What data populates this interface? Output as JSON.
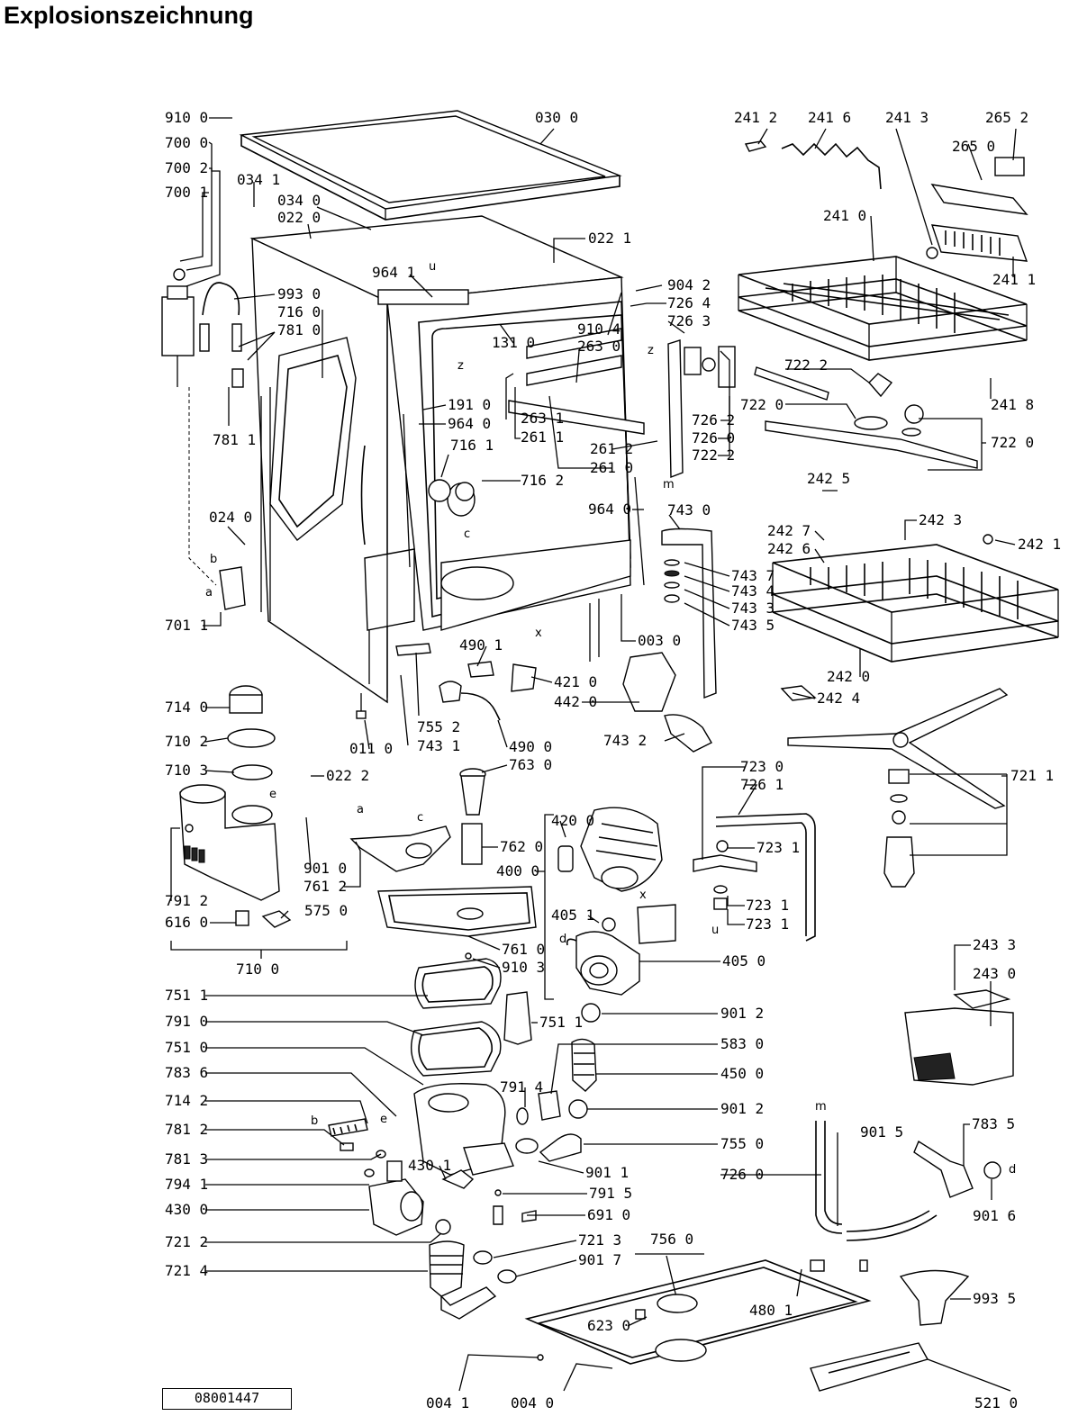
{
  "title": "Explosionszeichnung",
  "document_number": "08001447",
  "labels": [
    {
      "id": "910-0-top",
      "text": "910 0"
    },
    {
      "id": "700-0",
      "text": "700 0"
    },
    {
      "id": "700-2",
      "text": "700 2"
    },
    {
      "id": "700-1",
      "text": "700 1"
    },
    {
      "id": "034-1",
      "text": "034 1"
    },
    {
      "id": "034-0",
      "text": "034 0"
    },
    {
      "id": "022-0",
      "text": "022 0"
    },
    {
      "id": "030-0",
      "text": "030 0"
    },
    {
      "id": "022-1",
      "text": "022 1"
    },
    {
      "id": "964-1",
      "text": "964 1"
    },
    {
      "id": "993-0",
      "text": "993 0"
    },
    {
      "id": "716-0",
      "text": "716 0"
    },
    {
      "id": "781-0",
      "text": "781 0"
    },
    {
      "id": "781-1",
      "text": "781 1"
    },
    {
      "id": "904-2",
      "text": "904 2"
    },
    {
      "id": "726-4",
      "text": "726 4"
    },
    {
      "id": "726-3",
      "text": "726 3"
    },
    {
      "id": "910-4",
      "text": "910 4"
    },
    {
      "id": "263-0",
      "text": "263 0"
    },
    {
      "id": "131-0",
      "text": "131 0"
    },
    {
      "id": "191-0",
      "text": "191 0"
    },
    {
      "id": "964-0-a",
      "text": "964 0"
    },
    {
      "id": "716-1",
      "text": "716 1"
    },
    {
      "id": "263-1",
      "text": "263 1"
    },
    {
      "id": "261-1",
      "text": "261 1"
    },
    {
      "id": "261-2",
      "text": "261 2"
    },
    {
      "id": "261-0",
      "text": "261 0"
    },
    {
      "id": "716-2",
      "text": "716 2"
    },
    {
      "id": "964-0-b",
      "text": "964 0"
    },
    {
      "id": "726-2",
      "text": "726 2"
    },
    {
      "id": "726-0-a",
      "text": "726 0"
    },
    {
      "id": "722-2-a",
      "text": "722 2"
    },
    {
      "id": "241-2",
      "text": "241 2"
    },
    {
      "id": "241-6",
      "text": "241 6"
    },
    {
      "id": "241-3",
      "text": "241 3"
    },
    {
      "id": "265-2",
      "text": "265 2"
    },
    {
      "id": "265-0",
      "text": "265 0"
    },
    {
      "id": "241-0",
      "text": "241 0"
    },
    {
      "id": "241-1",
      "text": "241 1"
    },
    {
      "id": "722-2-b",
      "text": "722 2"
    },
    {
      "id": "722-0-a",
      "text": "722 0"
    },
    {
      "id": "241-8",
      "text": "241 8"
    },
    {
      "id": "722-0-b",
      "text": "722 0"
    },
    {
      "id": "242-5",
      "text": "242 5"
    },
    {
      "id": "024-0",
      "text": "024 0"
    },
    {
      "id": "701-1",
      "text": "701 1"
    },
    {
      "id": "743-0",
      "text": "743 0"
    },
    {
      "id": "743-7",
      "text": "743 7"
    },
    {
      "id": "743-4",
      "text": "743 4"
    },
    {
      "id": "743-3",
      "text": "743 3"
    },
    {
      "id": "743-5",
      "text": "743 5"
    },
    {
      "id": "003-0",
      "text": "003 0"
    },
    {
      "id": "242-7",
      "text": "242 7"
    },
    {
      "id": "242-3",
      "text": "242 3"
    },
    {
      "id": "242-6",
      "text": "242 6"
    },
    {
      "id": "242-1",
      "text": "242 1"
    },
    {
      "id": "242-0",
      "text": "242 0"
    },
    {
      "id": "242-4",
      "text": "242 4"
    },
    {
      "id": "490-1",
      "text": "490 1"
    },
    {
      "id": "421-0",
      "text": "421 0"
    },
    {
      "id": "442-0",
      "text": "442 0"
    },
    {
      "id": "714-0",
      "text": "714 0"
    },
    {
      "id": "755-2",
      "text": "755 2"
    },
    {
      "id": "743-1",
      "text": "743 1"
    },
    {
      "id": "011-0",
      "text": "011 0"
    },
    {
      "id": "743-2",
      "text": "743 2"
    },
    {
      "id": "490-0",
      "text": "490 0"
    },
    {
      "id": "763-0",
      "text": "763 0"
    },
    {
      "id": "710-2",
      "text": "710 2"
    },
    {
      "id": "710-3",
      "text": "710 3"
    },
    {
      "id": "022-2",
      "text": "022 2"
    },
    {
      "id": "723-0",
      "text": "723 0"
    },
    {
      "id": "726-1",
      "text": "726 1"
    },
    {
      "id": "721-1",
      "text": "721 1"
    },
    {
      "id": "420-0",
      "text": "420 0"
    },
    {
      "id": "762-0",
      "text": "762 0"
    },
    {
      "id": "400-0",
      "text": "400 0"
    },
    {
      "id": "723-1-a",
      "text": "723 1"
    },
    {
      "id": "901-0",
      "text": "901 0"
    },
    {
      "id": "761-2",
      "text": "761 2"
    },
    {
      "id": "791-2",
      "text": "791 2"
    },
    {
      "id": "616-0",
      "text": "616 0"
    },
    {
      "id": "575-0",
      "text": "575 0"
    },
    {
      "id": "723-1-b",
      "text": "723 1"
    },
    {
      "id": "723-1-c",
      "text": "723 1"
    },
    {
      "id": "405-1",
      "text": "405 1"
    },
    {
      "id": "761-0",
      "text": "761 0"
    },
    {
      "id": "910-3",
      "text": "910 3"
    },
    {
      "id": "405-0",
      "text": "405 0"
    },
    {
      "id": "710-0",
      "text": "710 0"
    },
    {
      "id": "243-3",
      "text": "243 3"
    },
    {
      "id": "243-0",
      "text": "243 0"
    },
    {
      "id": "751-1-a",
      "text": "751 1"
    },
    {
      "id": "751-1-b",
      "text": "751 1"
    },
    {
      "id": "901-2-a",
      "text": "901 2"
    },
    {
      "id": "791-0",
      "text": "791 0"
    },
    {
      "id": "583-0",
      "text": "583 0"
    },
    {
      "id": "751-0",
      "text": "751 0"
    },
    {
      "id": "450-0",
      "text": "450 0"
    },
    {
      "id": "783-6",
      "text": "783 6"
    },
    {
      "id": "791-4",
      "text": "791 4"
    },
    {
      "id": "714-2",
      "text": "714 2"
    },
    {
      "id": "901-2-b",
      "text": "901 2"
    },
    {
      "id": "781-2",
      "text": "781 2"
    },
    {
      "id": "755-0",
      "text": "755 0"
    },
    {
      "id": "901-5",
      "text": "901 5"
    },
    {
      "id": "783-5",
      "text": "783 5"
    },
    {
      "id": "781-3",
      "text": "781 3"
    },
    {
      "id": "430-1",
      "text": "430 1"
    },
    {
      "id": "901-1",
      "text": "901 1"
    },
    {
      "id": "794-1",
      "text": "794 1"
    },
    {
      "id": "791-5",
      "text": "791 5"
    },
    {
      "id": "726-0-b",
      "text": "726 0"
    },
    {
      "id": "901-6",
      "text": "901 6"
    },
    {
      "id": "430-0",
      "text": "430 0"
    },
    {
      "id": "691-0",
      "text": "691 0"
    },
    {
      "id": "721-2",
      "text": "721 2"
    },
    {
      "id": "721-3",
      "text": "721 3"
    },
    {
      "id": "756-0",
      "text": "756 0"
    },
    {
      "id": "721-4",
      "text": "721 4"
    },
    {
      "id": "901-7",
      "text": "901 7"
    },
    {
      "id": "480-1",
      "text": "480 1"
    },
    {
      "id": "993-5",
      "text": "993 5"
    },
    {
      "id": "623-0",
      "text": "623 0"
    },
    {
      "id": "004-1",
      "text": "004 1"
    },
    {
      "id": "004-0",
      "text": "004 0"
    },
    {
      "id": "521-0",
      "text": "521 0"
    }
  ],
  "markers": [
    {
      "id": "m-u-top",
      "text": "u"
    },
    {
      "id": "m-z-a",
      "text": "z"
    },
    {
      "id": "m-z-b",
      "text": "z"
    },
    {
      "id": "m-m-a",
      "text": "m"
    },
    {
      "id": "m-c-a",
      "text": "c"
    },
    {
      "id": "m-b-a",
      "text": "b"
    },
    {
      "id": "m-a-a",
      "text": "a"
    },
    {
      "id": "m-x-a",
      "text": "x"
    },
    {
      "id": "m-e-a",
      "text": "e"
    },
    {
      "id": "m-a-b",
      "text": "a"
    },
    {
      "id": "m-c-b",
      "text": "c"
    },
    {
      "id": "m-x-b",
      "text": "x"
    },
    {
      "id": "m-u-b",
      "text": "u"
    },
    {
      "id": "m-d-a",
      "text": "d"
    },
    {
      "id": "m-b-b",
      "text": "b"
    },
    {
      "id": "m-e-b",
      "text": "e"
    },
    {
      "id": "m-m-b",
      "text": "m"
    },
    {
      "id": "m-d-b",
      "text": "d"
    }
  ]
}
